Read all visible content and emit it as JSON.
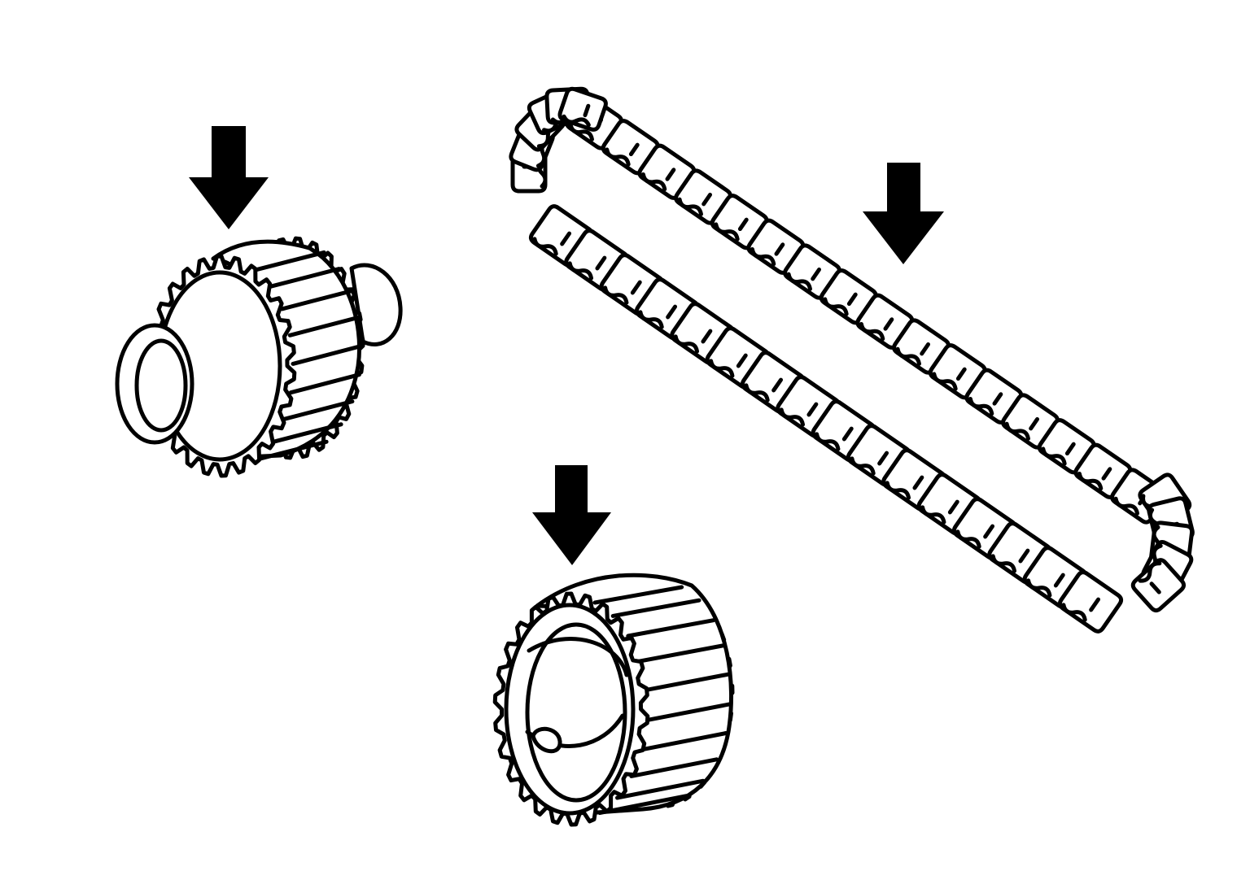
{
  "diagram": {
    "colors": {
      "background": "#ffffff",
      "ink": "#000000"
    },
    "parts": [
      {
        "id": "drive-sprocket",
        "kind": "sprocket-with-hub",
        "indicated": true
      },
      {
        "id": "drive-chain",
        "kind": "silent-chain-loop",
        "indicated": true
      },
      {
        "id": "driven-sprocket",
        "kind": "sprocket-ring",
        "indicated": true
      }
    ],
    "indicator": {
      "icon": "arrow-down-icon",
      "count": 3
    }
  }
}
